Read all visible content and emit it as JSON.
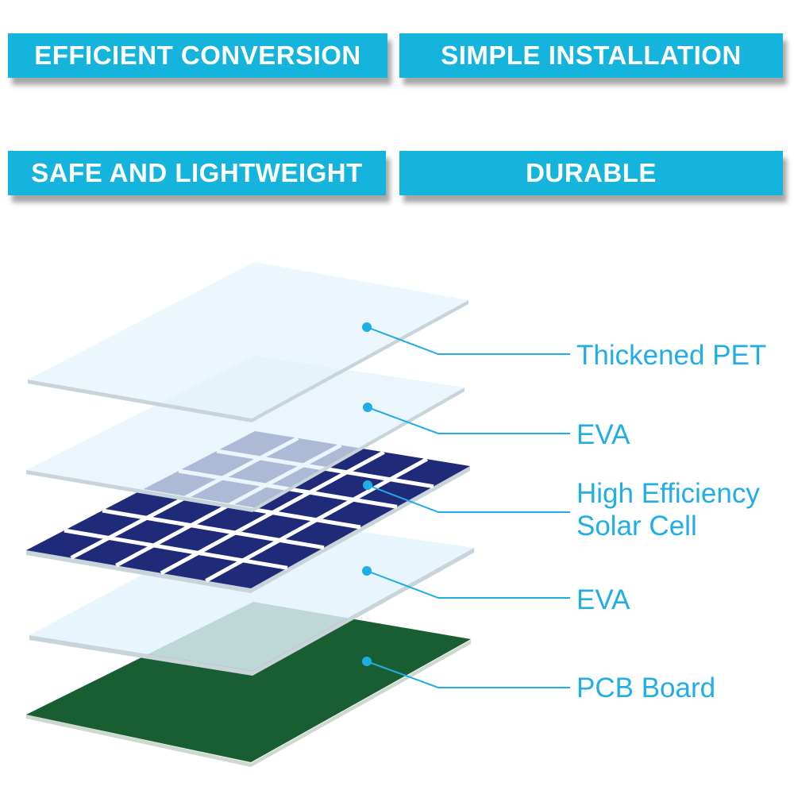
{
  "colors": {
    "badge_background": "#14b4dc",
    "badge_text": "#ffffff",
    "label_text": "#21aee5",
    "leader_line": "#1eaee5",
    "film_fill": "#e3f3fb",
    "film_edge": "#c8d4da",
    "solar_cell_blue": "#1f2a78",
    "cell_grid_line": "#ffffff",
    "pcb_green": "#195e32"
  },
  "feature_badges": [
    {
      "label": "EFFICIENT CONVERSION"
    },
    {
      "label": "SIMPLE INSTALLATION"
    },
    {
      "label": "SAFE AND LIGHTWEIGHT"
    },
    {
      "label": "DURABLE"
    }
  ],
  "layers": [
    {
      "label_lines": [
        "Thickened PET"
      ],
      "icon": "clear-film",
      "order": 1
    },
    {
      "label_lines": [
        "EVA"
      ],
      "icon": "clear-film",
      "order": 2
    },
    {
      "label_lines": [
        "High Efficiency",
        "Solar Cell"
      ],
      "icon": "solar-cell-grid",
      "order": 3
    },
    {
      "label_lines": [
        "EVA"
      ],
      "icon": "clear-film",
      "order": 4
    },
    {
      "label_lines": [
        "PCB Board"
      ],
      "icon": "green-board",
      "order": 5
    }
  ]
}
